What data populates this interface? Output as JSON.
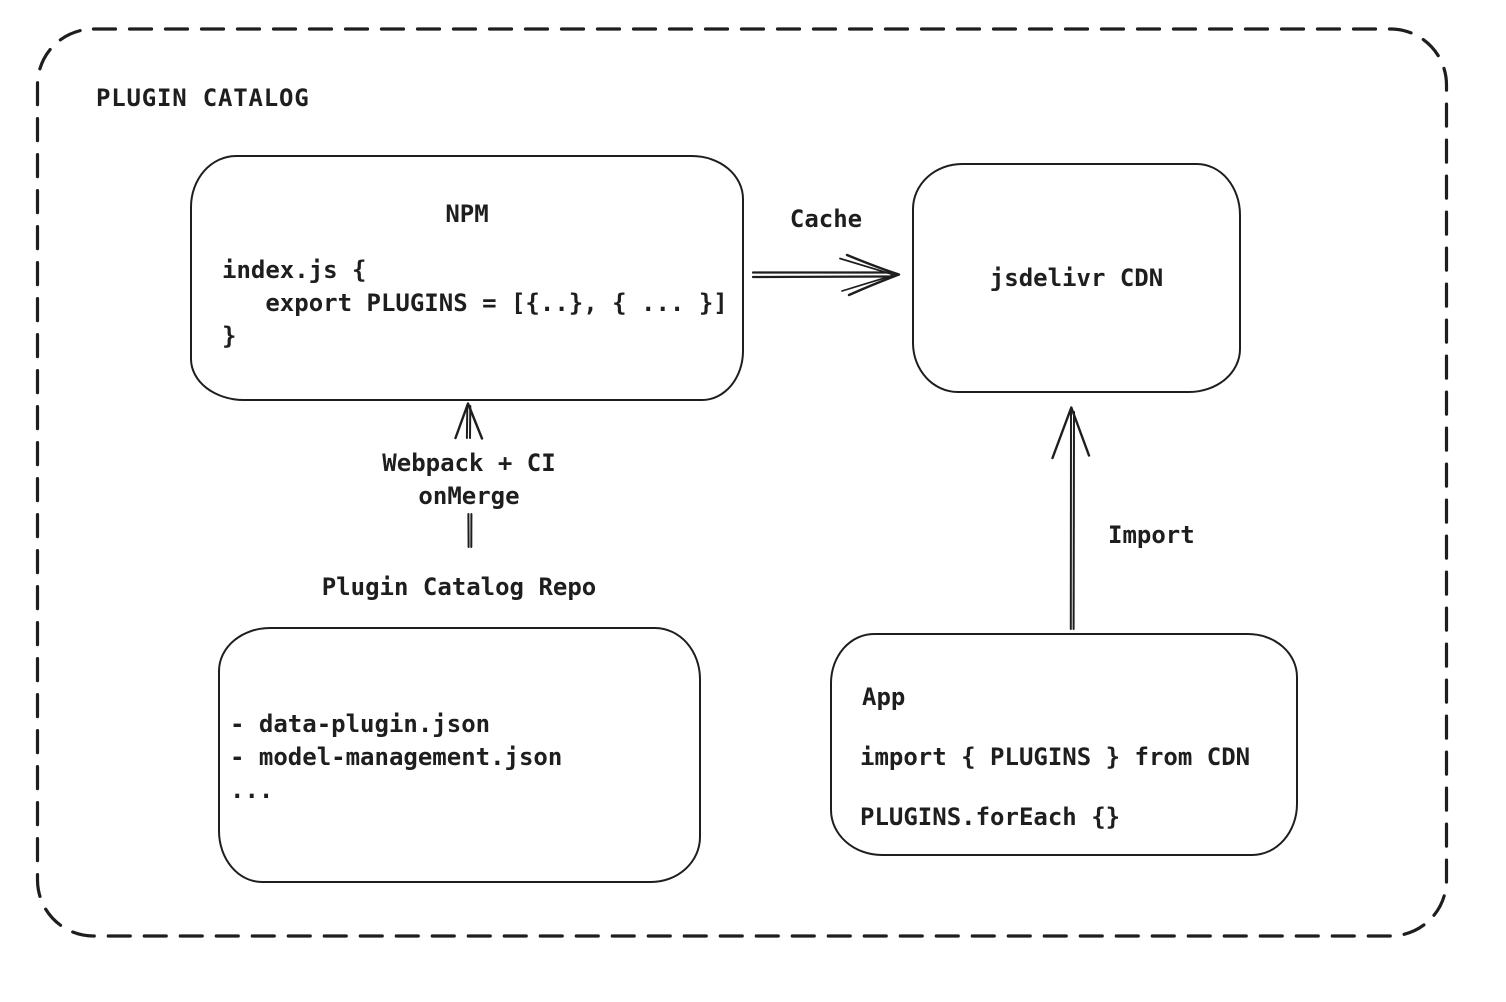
{
  "diagram": {
    "title": "PLUGIN CATALOG",
    "colors": {
      "stroke": "#1e1e1e",
      "background": "#ffffff"
    },
    "nodes": {
      "npm": {
        "title": "NPM",
        "code": [
          "index.js {",
          "   export PLUGINS = [{..}, { ... }]",
          "}"
        ]
      },
      "cdn": {
        "label": "jsdelivr CDN"
      },
      "repo": {
        "label": "Plugin Catalog Repo",
        "files": [
          "- data-plugin.json",
          "- model-management.json",
          "..."
        ]
      },
      "app": {
        "title": "App",
        "code": [
          "import { PLUGINS } from CDN",
          "PLUGINS.forEach {}"
        ]
      }
    },
    "edges": {
      "cache": {
        "label": "Cache"
      },
      "build": {
        "labels": [
          "Webpack + CI",
          "onMerge"
        ]
      },
      "import": {
        "label": "Import"
      }
    }
  }
}
